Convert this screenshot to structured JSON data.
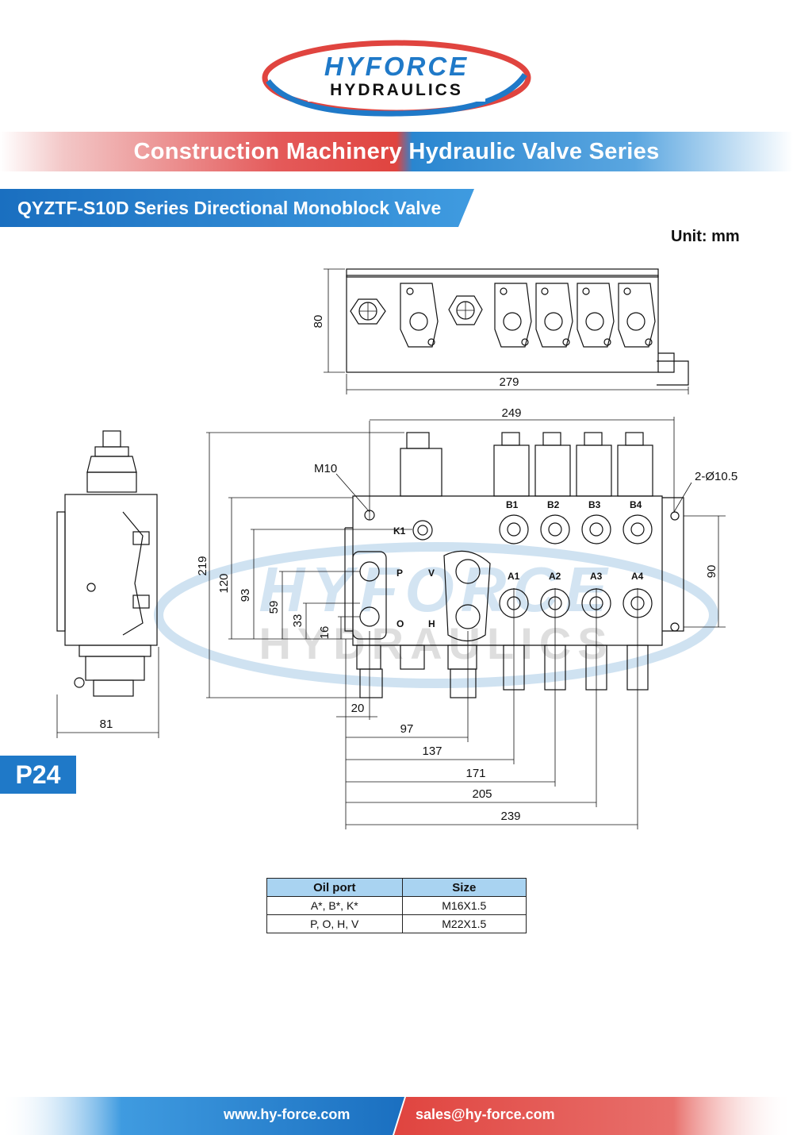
{
  "logo": {
    "line1": "HYFORCE",
    "line2": "HYDRAULICS"
  },
  "header": {
    "series_title": "Construction Machinery Hydraulic Valve Series",
    "product_title": "QYZTF-S10D Series Directional Monoblock Valve",
    "unit": "Unit: mm"
  },
  "page_number": "P24",
  "drawing": {
    "top_view": {
      "height": "80",
      "width": "279"
    },
    "front_view": {
      "width_249": "249",
      "hole_note": "2-Ø10.5",
      "thread_note": "M10",
      "mount_spacing": "90",
      "heights": [
        "219",
        "120",
        "93",
        "59",
        "33",
        "16"
      ],
      "bottom_dims": [
        "20",
        "97",
        "137",
        "171",
        "205",
        "239"
      ],
      "port_labels": {
        "b": [
          "B1",
          "B2",
          "B3",
          "B4"
        ],
        "a": [
          "A1",
          "A2",
          "A3",
          "A4"
        ],
        "k": "K1",
        "p": "P",
        "v": "V",
        "o": "O",
        "h": "H"
      }
    },
    "side_view": {
      "width": "81"
    }
  },
  "watermark": {
    "line1": "HYFORCE",
    "line2": "HYDRAULICS"
  },
  "spec_table": {
    "headers": [
      "Oil port",
      "Size"
    ],
    "rows": [
      [
        "A*, B*, K*",
        "M16X1.5"
      ],
      [
        "P, O, H, V",
        "M22X1.5"
      ]
    ]
  },
  "footer": {
    "website": "www.hy-force.com",
    "email": "sales@hy-force.com"
  },
  "colors": {
    "brand_red": "#e0443f",
    "brand_blue": "#1f79c8",
    "table_header": "#a9d3f1"
  }
}
